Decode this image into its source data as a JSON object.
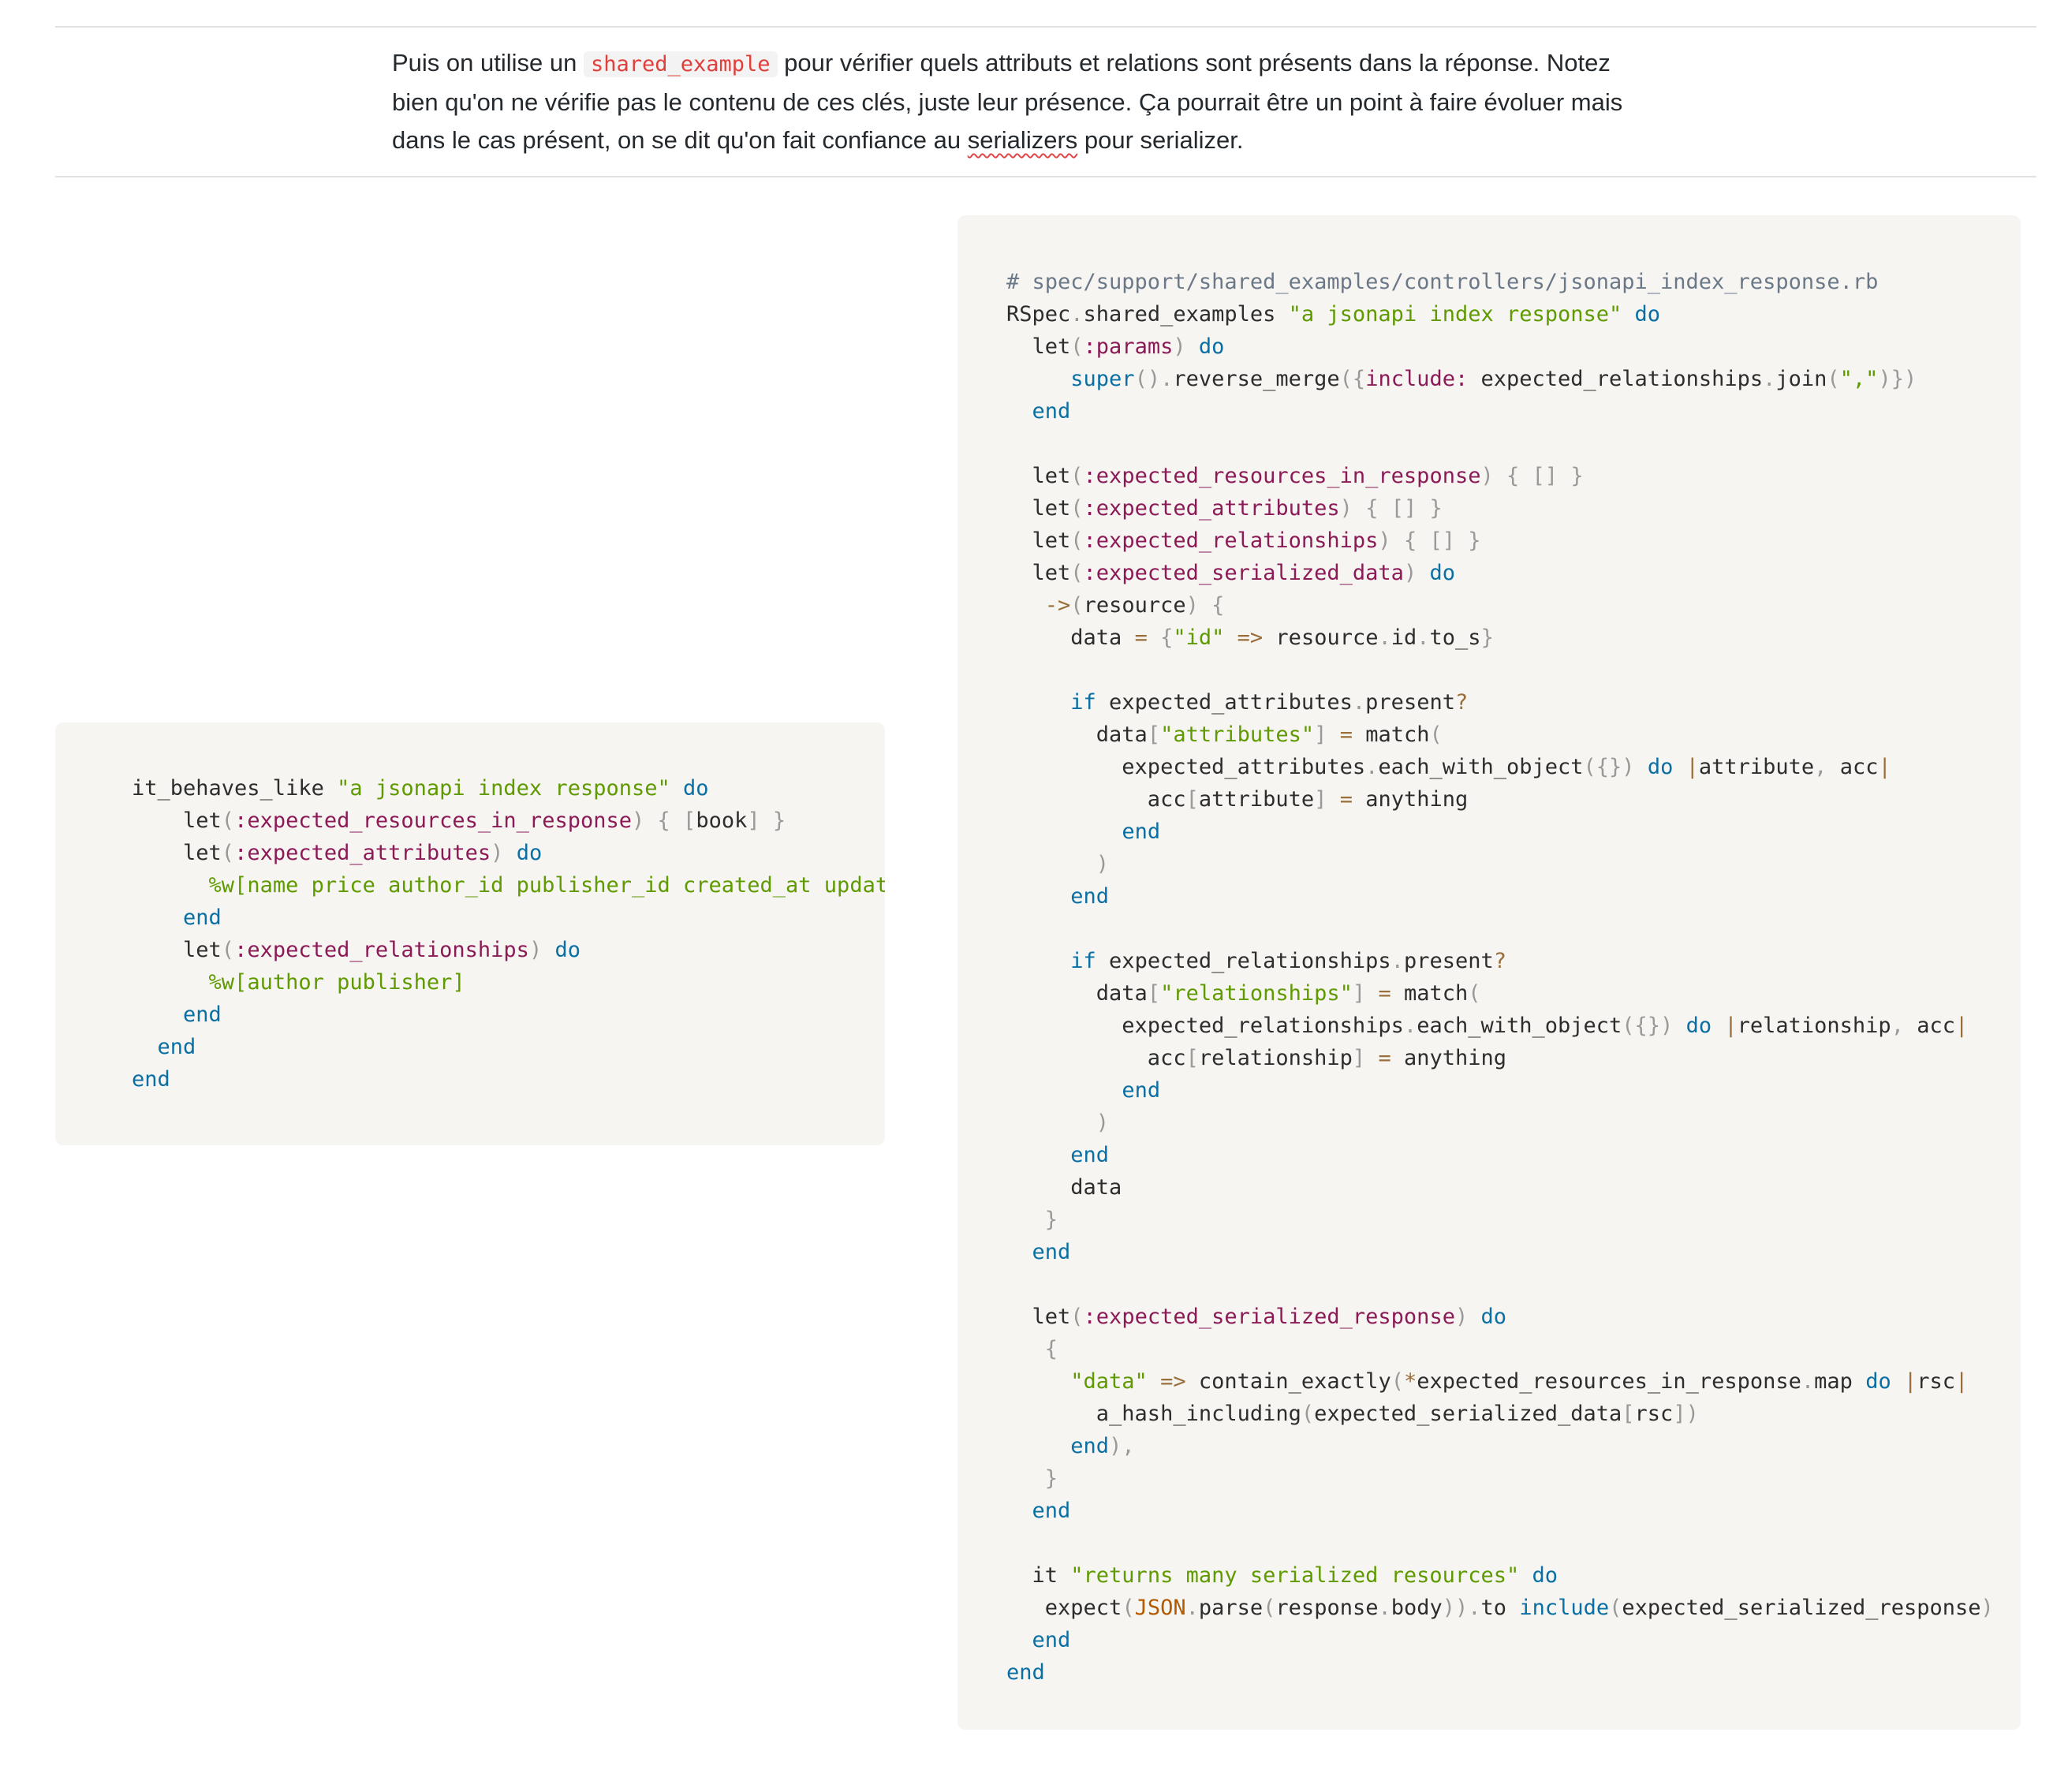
{
  "article": {
    "paragraph": {
      "before_code": "Puis on utilise un ",
      "inline_code": "shared_example",
      "after_code": " pour vérifier quels attributs et relations sont présents dans la réponse. Notez bien qu'on ne vérifie pas le contenu de ces clés, juste leur présence. Ça pourrait être un point à faire évoluer mais dans le cas présent, on se dit qu'on fait confiance au ",
      "flagged_word": "serializers",
      "ending": " pour serializer."
    }
  },
  "snippet_left": {
    "lines": [
      [
        [
          "plain",
          "it_behaves_like "
        ],
        [
          "string",
          "\"a jsonapi index response\""
        ],
        [
          "plain",
          " "
        ],
        [
          "keyword",
          "do"
        ]
      ],
      [
        [
          "plain",
          "    let"
        ],
        [
          "punct",
          "("
        ],
        [
          "symbol",
          ":expected_resources_in_response"
        ],
        [
          "punct",
          ")"
        ],
        [
          "plain",
          " "
        ],
        [
          "punct",
          "{"
        ],
        [
          "plain",
          " "
        ],
        [
          "punct",
          "["
        ],
        [
          "plain",
          "book"
        ],
        [
          "punct",
          "]"
        ],
        [
          "plain",
          " "
        ],
        [
          "punct",
          "}"
        ]
      ],
      [
        [
          "plain",
          "    let"
        ],
        [
          "punct",
          "("
        ],
        [
          "symbol",
          ":expected_attributes"
        ],
        [
          "punct",
          ")"
        ],
        [
          "plain",
          " "
        ],
        [
          "keyword",
          "do"
        ]
      ],
      [
        [
          "plain",
          "      "
        ],
        [
          "string",
          "%w[name price author_id publisher_id created_at updated_at]"
        ]
      ],
      [
        [
          "plain",
          "    "
        ],
        [
          "keyword",
          "end"
        ]
      ],
      [
        [
          "plain",
          "    let"
        ],
        [
          "punct",
          "("
        ],
        [
          "symbol",
          ":expected_relationships"
        ],
        [
          "punct",
          ")"
        ],
        [
          "plain",
          " "
        ],
        [
          "keyword",
          "do"
        ]
      ],
      [
        [
          "plain",
          "      "
        ],
        [
          "string",
          "%w[author publisher]"
        ]
      ],
      [
        [
          "plain",
          "    "
        ],
        [
          "keyword",
          "end"
        ]
      ],
      [
        [
          "plain",
          "  "
        ],
        [
          "keyword",
          "end"
        ]
      ],
      [
        [
          "keyword",
          "end"
        ]
      ]
    ]
  },
  "snippet_right": {
    "lines": [
      [
        [
          "comment",
          "# spec/support/shared_examples/controllers/jsonapi_index_response.rb"
        ]
      ],
      [
        [
          "plain",
          "RSpec"
        ],
        [
          "punct",
          "."
        ],
        [
          "plain",
          "shared_examples "
        ],
        [
          "string",
          "\"a jsonapi index response\""
        ],
        [
          "plain",
          " "
        ],
        [
          "keyword",
          "do"
        ]
      ],
      [
        [
          "plain",
          "  let"
        ],
        [
          "punct",
          "("
        ],
        [
          "symbol",
          ":params"
        ],
        [
          "punct",
          ")"
        ],
        [
          "plain",
          " "
        ],
        [
          "keyword",
          "do"
        ]
      ],
      [
        [
          "plain",
          "     "
        ],
        [
          "keyword",
          "super"
        ],
        [
          "punct",
          "()"
        ],
        [
          "punct",
          "."
        ],
        [
          "plain",
          "reverse_merge"
        ],
        [
          "punct",
          "({"
        ],
        [
          "symbol",
          "include:"
        ],
        [
          "plain",
          " expected_relationships"
        ],
        [
          "punct",
          "."
        ],
        [
          "plain",
          "join"
        ],
        [
          "punct",
          "("
        ],
        [
          "string",
          "\",\""
        ],
        [
          "punct",
          ")})"
        ]
      ],
      [
        [
          "plain",
          "  "
        ],
        [
          "keyword",
          "end"
        ]
      ],
      [],
      [
        [
          "plain",
          "  let"
        ],
        [
          "punct",
          "("
        ],
        [
          "symbol",
          ":expected_resources_in_response"
        ],
        [
          "punct",
          ")"
        ],
        [
          "plain",
          " "
        ],
        [
          "punct",
          "{"
        ],
        [
          "plain",
          " "
        ],
        [
          "punct",
          "[]"
        ],
        [
          "plain",
          " "
        ],
        [
          "punct",
          "}"
        ]
      ],
      [
        [
          "plain",
          "  let"
        ],
        [
          "punct",
          "("
        ],
        [
          "symbol",
          ":expected_attributes"
        ],
        [
          "punct",
          ")"
        ],
        [
          "plain",
          " "
        ],
        [
          "punct",
          "{"
        ],
        [
          "plain",
          " "
        ],
        [
          "punct",
          "[]"
        ],
        [
          "plain",
          " "
        ],
        [
          "punct",
          "}"
        ]
      ],
      [
        [
          "plain",
          "  let"
        ],
        [
          "punct",
          "("
        ],
        [
          "symbol",
          ":expected_relationships"
        ],
        [
          "punct",
          ")"
        ],
        [
          "plain",
          " "
        ],
        [
          "punct",
          "{"
        ],
        [
          "plain",
          " "
        ],
        [
          "punct",
          "[]"
        ],
        [
          "plain",
          " "
        ],
        [
          "punct",
          "}"
        ]
      ],
      [
        [
          "plain",
          "  let"
        ],
        [
          "punct",
          "("
        ],
        [
          "symbol",
          ":expected_serialized_data"
        ],
        [
          "punct",
          ")"
        ],
        [
          "plain",
          " "
        ],
        [
          "keyword",
          "do"
        ]
      ],
      [
        [
          "plain",
          "   "
        ],
        [
          "operator",
          "->"
        ],
        [
          "punct",
          "("
        ],
        [
          "plain",
          "resource"
        ],
        [
          "punct",
          ")"
        ],
        [
          "plain",
          " "
        ],
        [
          "punct",
          "{"
        ]
      ],
      [
        [
          "plain",
          "     data "
        ],
        [
          "operator",
          "="
        ],
        [
          "plain",
          " "
        ],
        [
          "punct",
          "{"
        ],
        [
          "string",
          "\"id\""
        ],
        [
          "plain",
          " "
        ],
        [
          "operator",
          "=>"
        ],
        [
          "plain",
          " resource"
        ],
        [
          "punct",
          "."
        ],
        [
          "plain",
          "id"
        ],
        [
          "punct",
          "."
        ],
        [
          "plain",
          "to_s"
        ],
        [
          "punct",
          "}"
        ]
      ],
      [],
      [
        [
          "plain",
          "     "
        ],
        [
          "keyword",
          "if"
        ],
        [
          "plain",
          " expected_attributes"
        ],
        [
          "punct",
          "."
        ],
        [
          "plain",
          "present"
        ],
        [
          "operator",
          "?"
        ]
      ],
      [
        [
          "plain",
          "       data"
        ],
        [
          "punct",
          "["
        ],
        [
          "string",
          "\"attributes\""
        ],
        [
          "punct",
          "]"
        ],
        [
          "plain",
          " "
        ],
        [
          "operator",
          "="
        ],
        [
          "plain",
          " match"
        ],
        [
          "punct",
          "("
        ]
      ],
      [
        [
          "plain",
          "         expected_attributes"
        ],
        [
          "punct",
          "."
        ],
        [
          "plain",
          "each_with_object"
        ],
        [
          "punct",
          "({})"
        ],
        [
          "plain",
          " "
        ],
        [
          "keyword",
          "do"
        ],
        [
          "plain",
          " "
        ],
        [
          "operator",
          "|"
        ],
        [
          "plain",
          "attribute"
        ],
        [
          "punct",
          ","
        ],
        [
          "plain",
          " acc"
        ],
        [
          "operator",
          "|"
        ]
      ],
      [
        [
          "plain",
          "           acc"
        ],
        [
          "punct",
          "["
        ],
        [
          "plain",
          "attribute"
        ],
        [
          "punct",
          "]"
        ],
        [
          "plain",
          " "
        ],
        [
          "operator",
          "="
        ],
        [
          "plain",
          " anything"
        ]
      ],
      [
        [
          "plain",
          "         "
        ],
        [
          "keyword",
          "end"
        ]
      ],
      [
        [
          "plain",
          "       "
        ],
        [
          "punct",
          ")"
        ]
      ],
      [
        [
          "plain",
          "     "
        ],
        [
          "keyword",
          "end"
        ]
      ],
      [],
      [
        [
          "plain",
          "     "
        ],
        [
          "keyword",
          "if"
        ],
        [
          "plain",
          " expected_relationships"
        ],
        [
          "punct",
          "."
        ],
        [
          "plain",
          "present"
        ],
        [
          "operator",
          "?"
        ]
      ],
      [
        [
          "plain",
          "       data"
        ],
        [
          "punct",
          "["
        ],
        [
          "string",
          "\"relationships\""
        ],
        [
          "punct",
          "]"
        ],
        [
          "plain",
          " "
        ],
        [
          "operator",
          "="
        ],
        [
          "plain",
          " match"
        ],
        [
          "punct",
          "("
        ]
      ],
      [
        [
          "plain",
          "         expected_relationships"
        ],
        [
          "punct",
          "."
        ],
        [
          "plain",
          "each_with_object"
        ],
        [
          "punct",
          "({})"
        ],
        [
          "plain",
          " "
        ],
        [
          "keyword",
          "do"
        ],
        [
          "plain",
          " "
        ],
        [
          "operator",
          "|"
        ],
        [
          "plain",
          "relationship"
        ],
        [
          "punct",
          ","
        ],
        [
          "plain",
          " acc"
        ],
        [
          "operator",
          "|"
        ]
      ],
      [
        [
          "plain",
          "           acc"
        ],
        [
          "punct",
          "["
        ],
        [
          "plain",
          "relationship"
        ],
        [
          "punct",
          "]"
        ],
        [
          "plain",
          " "
        ],
        [
          "operator",
          "="
        ],
        [
          "plain",
          " anything"
        ]
      ],
      [
        [
          "plain",
          "         "
        ],
        [
          "keyword",
          "end"
        ]
      ],
      [
        [
          "plain",
          "       "
        ],
        [
          "punct",
          ")"
        ]
      ],
      [
        [
          "plain",
          "     "
        ],
        [
          "keyword",
          "end"
        ]
      ],
      [
        [
          "plain",
          "     data"
        ]
      ],
      [
        [
          "plain",
          "   "
        ],
        [
          "punct",
          "}"
        ]
      ],
      [
        [
          "plain",
          "  "
        ],
        [
          "keyword",
          "end"
        ]
      ],
      [],
      [
        [
          "plain",
          "  let"
        ],
        [
          "punct",
          "("
        ],
        [
          "symbol",
          ":expected_serialized_response"
        ],
        [
          "punct",
          ")"
        ],
        [
          "plain",
          " "
        ],
        [
          "keyword",
          "do"
        ]
      ],
      [
        [
          "plain",
          "   "
        ],
        [
          "punct",
          "{"
        ]
      ],
      [
        [
          "plain",
          "     "
        ],
        [
          "string",
          "\"data\""
        ],
        [
          "plain",
          " "
        ],
        [
          "operator",
          "=>"
        ],
        [
          "plain",
          " contain_exactly"
        ],
        [
          "punct",
          "("
        ],
        [
          "operator",
          "*"
        ],
        [
          "plain",
          "expected_resources_in_response"
        ],
        [
          "punct",
          "."
        ],
        [
          "plain",
          "map "
        ],
        [
          "keyword",
          "do"
        ],
        [
          "plain",
          " "
        ],
        [
          "operator",
          "|"
        ],
        [
          "plain",
          "rsc"
        ],
        [
          "operator",
          "|"
        ]
      ],
      [
        [
          "plain",
          "       a_hash_including"
        ],
        [
          "punct",
          "("
        ],
        [
          "plain",
          "expected_serialized_data"
        ],
        [
          "punct",
          "["
        ],
        [
          "plain",
          "rsc"
        ],
        [
          "punct",
          "])"
        ]
      ],
      [
        [
          "plain",
          "     "
        ],
        [
          "keyword",
          "end"
        ],
        [
          "punct",
          "),"
        ]
      ],
      [
        [
          "plain",
          "   "
        ],
        [
          "punct",
          "}"
        ]
      ],
      [
        [
          "plain",
          "  "
        ],
        [
          "keyword",
          "end"
        ]
      ],
      [],
      [
        [
          "plain",
          "  it "
        ],
        [
          "string",
          "\"returns many serialized resources\""
        ],
        [
          "plain",
          " "
        ],
        [
          "keyword",
          "do"
        ]
      ],
      [
        [
          "plain",
          "   expect"
        ],
        [
          "punct",
          "("
        ],
        [
          "constant",
          "JSON"
        ],
        [
          "punct",
          "."
        ],
        [
          "plain",
          "parse"
        ],
        [
          "punct",
          "("
        ],
        [
          "plain",
          "response"
        ],
        [
          "punct",
          "."
        ],
        [
          "plain",
          "body"
        ],
        [
          "punct",
          "))"
        ],
        [
          "punct",
          "."
        ],
        [
          "plain",
          "to "
        ],
        [
          "keyword",
          "include"
        ],
        [
          "punct",
          "("
        ],
        [
          "plain",
          "expected_serialized_response"
        ],
        [
          "punct",
          ")"
        ]
      ],
      [
        [
          "plain",
          "  "
        ],
        [
          "keyword",
          "end"
        ]
      ],
      [
        [
          "keyword",
          "end"
        ]
      ]
    ]
  }
}
